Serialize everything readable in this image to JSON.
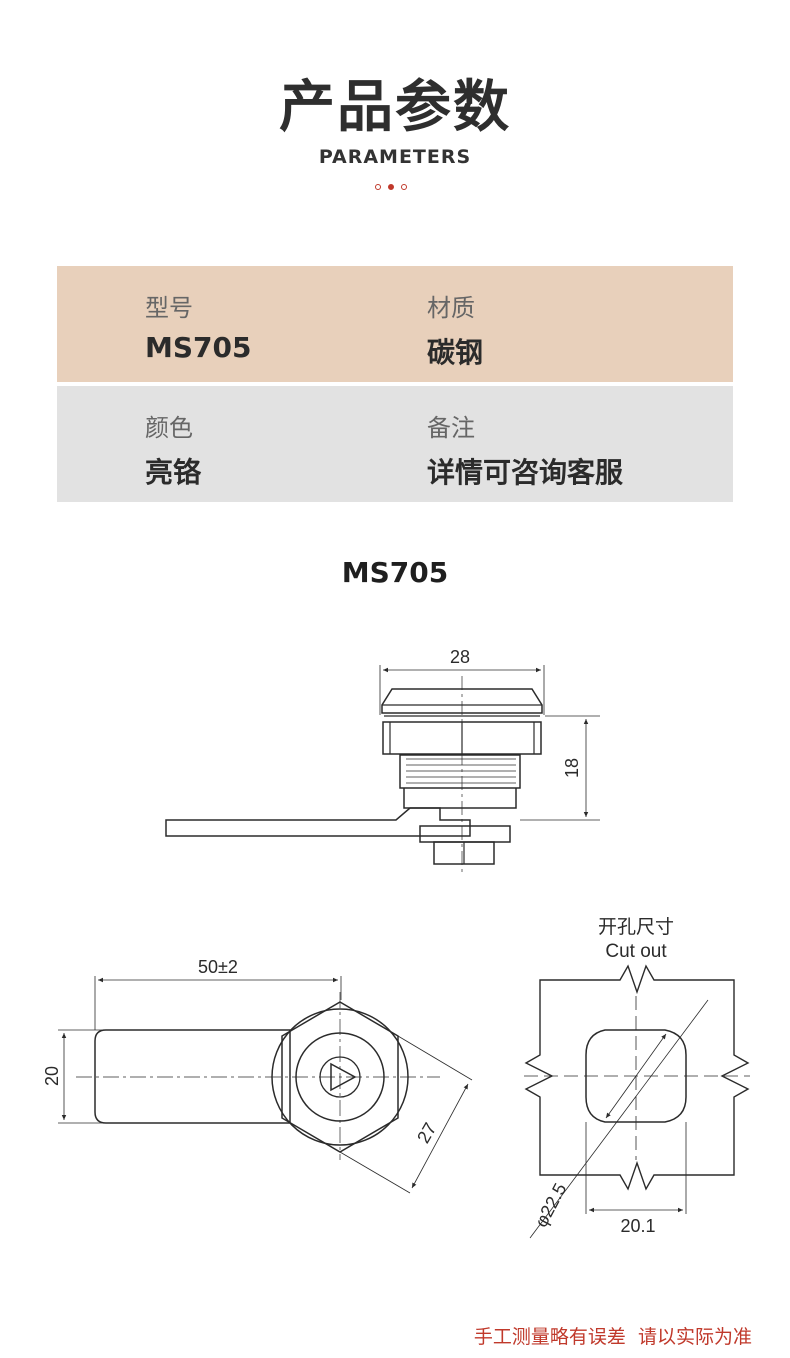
{
  "header": {
    "title": "产品参数",
    "subtitle": "PARAMETERS"
  },
  "params": {
    "model_label": "型号",
    "model_value": "MS705",
    "material_label": "材质",
    "material_value": "碳钢",
    "color_label": "颜色",
    "color_value": "亮铬",
    "remark_label": "备注",
    "remark_value": "详情可咨询客服"
  },
  "drawing": {
    "model_title": "MS705",
    "dim_width": "28",
    "dim_height": "18",
    "dim_lever_length": "50±2",
    "dim_lever_width": "20",
    "dim_hex": "27",
    "cutout_title_cn": "开孔尺寸",
    "cutout_title_en": "Cut out",
    "dim_cutout_diameter": "φ22.5",
    "dim_cutout_flat": "20.1"
  },
  "footer": {
    "note": "手工测量略有误差  请以实际为准"
  },
  "colors": {
    "accent_red": "#c0392b",
    "row1_bg": "#e8d0bb",
    "row2_bg": "#e2e2e2"
  }
}
